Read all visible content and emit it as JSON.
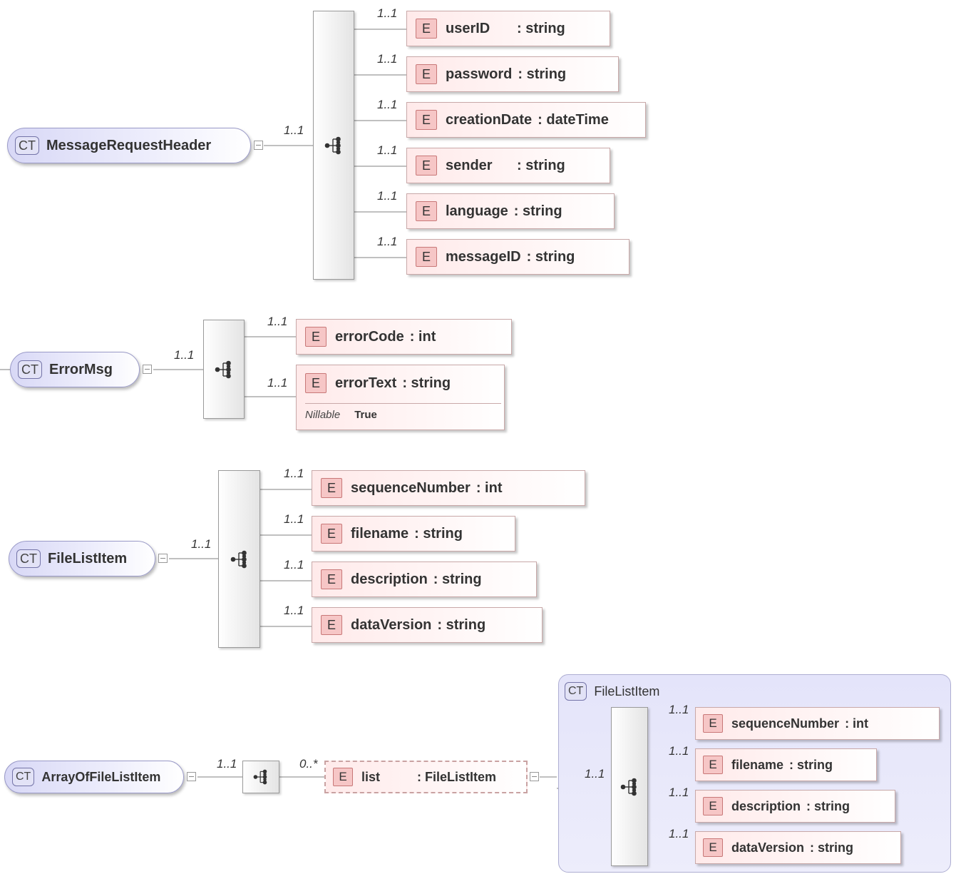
{
  "ct_badge": "CT",
  "e_badge": "E",
  "groups": {
    "message_request_header": {
      "name": "MessageRequestHeader",
      "link_card": "1..1",
      "elements": [
        {
          "name": "userID",
          "type": ": string",
          "card": "1..1"
        },
        {
          "name": "password",
          "type": ": string",
          "card": "1..1"
        },
        {
          "name": "creationDate",
          "type": ": dateTime",
          "card": "1..1"
        },
        {
          "name": "sender",
          "type": ": string",
          "card": "1..1"
        },
        {
          "name": "language",
          "type": ": string",
          "card": "1..1"
        },
        {
          "name": "messageID",
          "type": ": string",
          "card": "1..1"
        }
      ]
    },
    "error_msg": {
      "name": "ErrorMsg",
      "link_card": "1..1",
      "elements": [
        {
          "name": "errorCode",
          "type": ": int",
          "card": "1..1"
        },
        {
          "name": "errorText",
          "type": ": string",
          "card": "1..1",
          "prop_key": "Nillable",
          "prop_value": "True"
        }
      ]
    },
    "file_list_item": {
      "name": "FileListItem",
      "link_card": "1..1",
      "elements": [
        {
          "name": "sequenceNumber",
          "type": ": int",
          "card": "1..1"
        },
        {
          "name": "filename",
          "type": ": string",
          "card": "1..1"
        },
        {
          "name": "description",
          "type": ": string",
          "card": "1..1"
        },
        {
          "name": "dataVersion",
          "type": ": string",
          "card": "1..1"
        }
      ]
    },
    "array_of_file_list_item": {
      "name": "ArrayOfFileListItem",
      "link_card": "1..1",
      "list_element": {
        "name": "list",
        "type": ": FileListItem",
        "card": "0..*"
      },
      "nested": {
        "title": "FileListItem",
        "link_card": "1..1",
        "elements": [
          {
            "name": "sequenceNumber",
            "type": ": int",
            "card": "1..1"
          },
          {
            "name": "filename",
            "type": ": string",
            "card": "1..1"
          },
          {
            "name": "description",
            "type": ": string",
            "card": "1..1"
          },
          {
            "name": "dataVersion",
            "type": ": string",
            "card": "1..1"
          }
        ]
      }
    }
  }
}
